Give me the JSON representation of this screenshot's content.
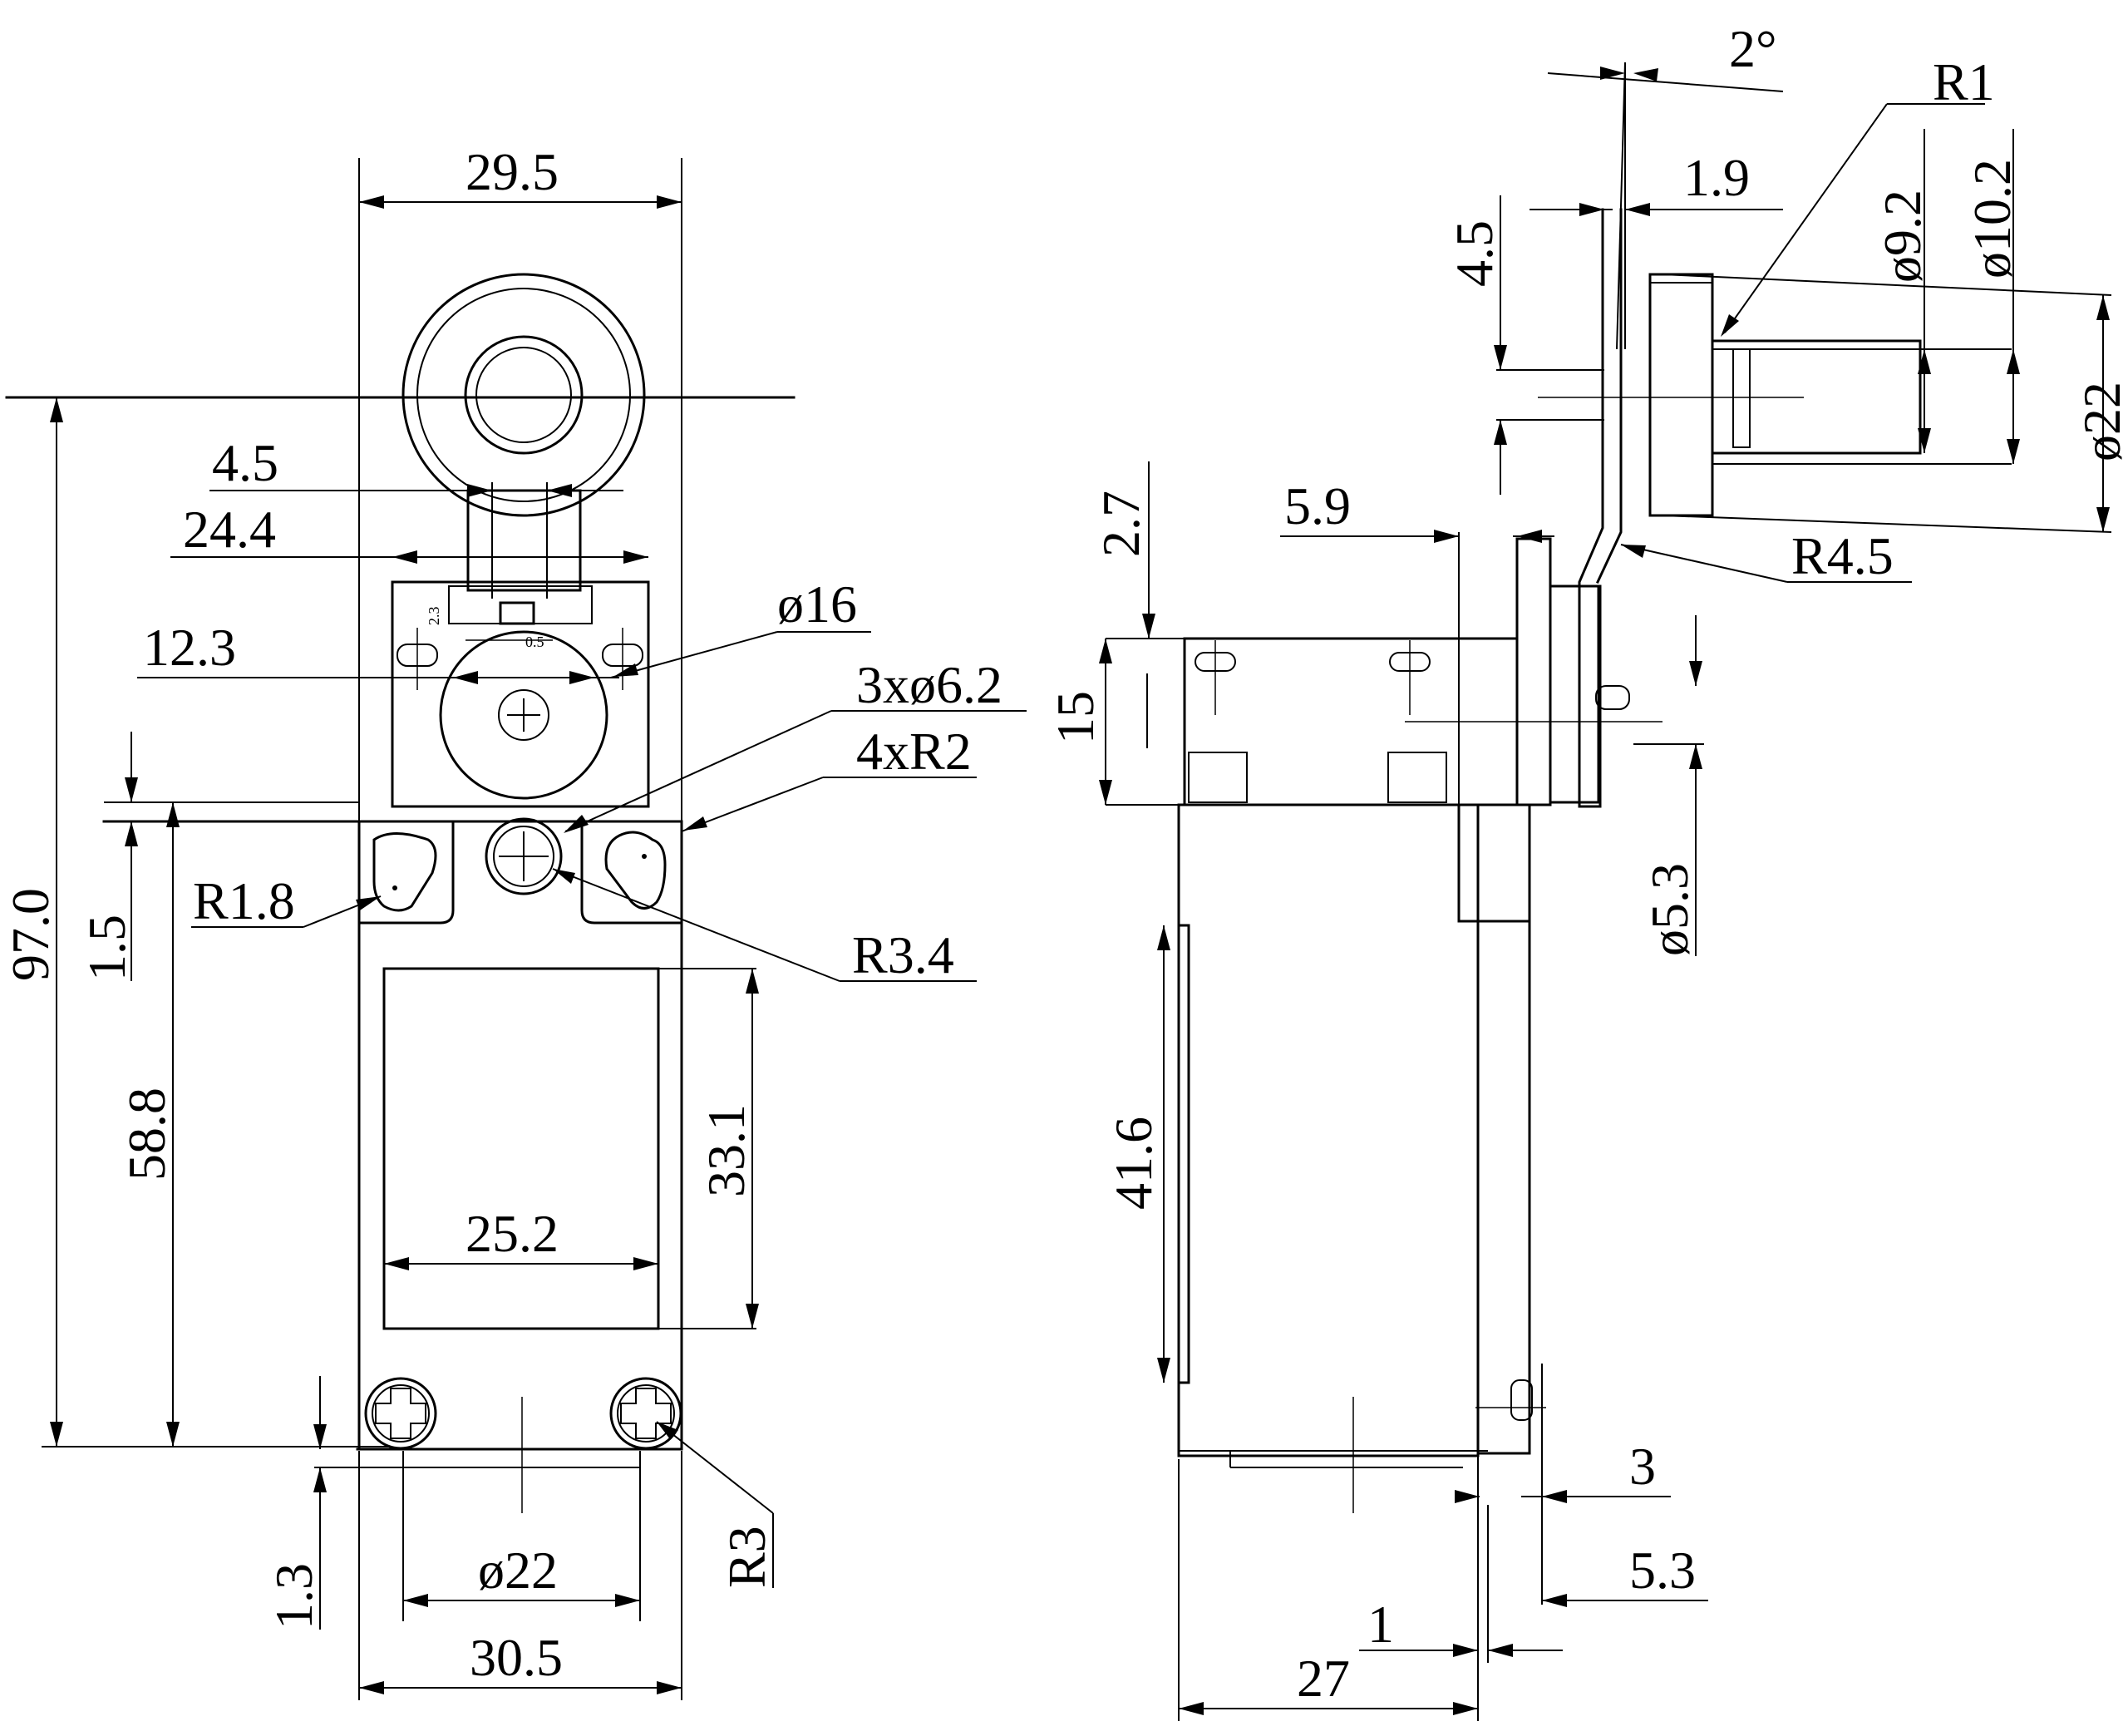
{
  "front_view": {
    "width_top": "29.5",
    "slot_width": "4.5",
    "bracket_width": "24.4",
    "hub_offset": "12.3",
    "roller_dia": "ø16",
    "screw_holes": "3xø6.2",
    "corner_radius": "4xR2",
    "tab_height": "1.5",
    "total_height": "97.0",
    "body_height": "58.8",
    "slot_radius": "R1.8",
    "hub_radius": "R3.4",
    "window_height": "33.1",
    "window_width": "25.2",
    "base_offset": "1.3",
    "base_dia": "ø22",
    "screw_radius": "R3",
    "base_width": "30.5",
    "detail_small_1": "2.3",
    "detail_small_2": "0.5"
  },
  "side_view": {
    "angle": "2°",
    "roller_radius": "R1",
    "arm_thickness": "1.9",
    "roller_inner_dia": "ø9.2",
    "roller_outer_dia": "ø10.2",
    "arm_offset": "4.5",
    "roller_dia": "ø22",
    "head_offset": "2.7",
    "head_depth": "5.9",
    "bend_radius": "R4.5",
    "head_height": "15",
    "shaft_dia": "ø5.3",
    "body_height": "41.6",
    "lid_offset": "3",
    "lid_depth": "5.3",
    "wall": "1",
    "depth": "27"
  }
}
